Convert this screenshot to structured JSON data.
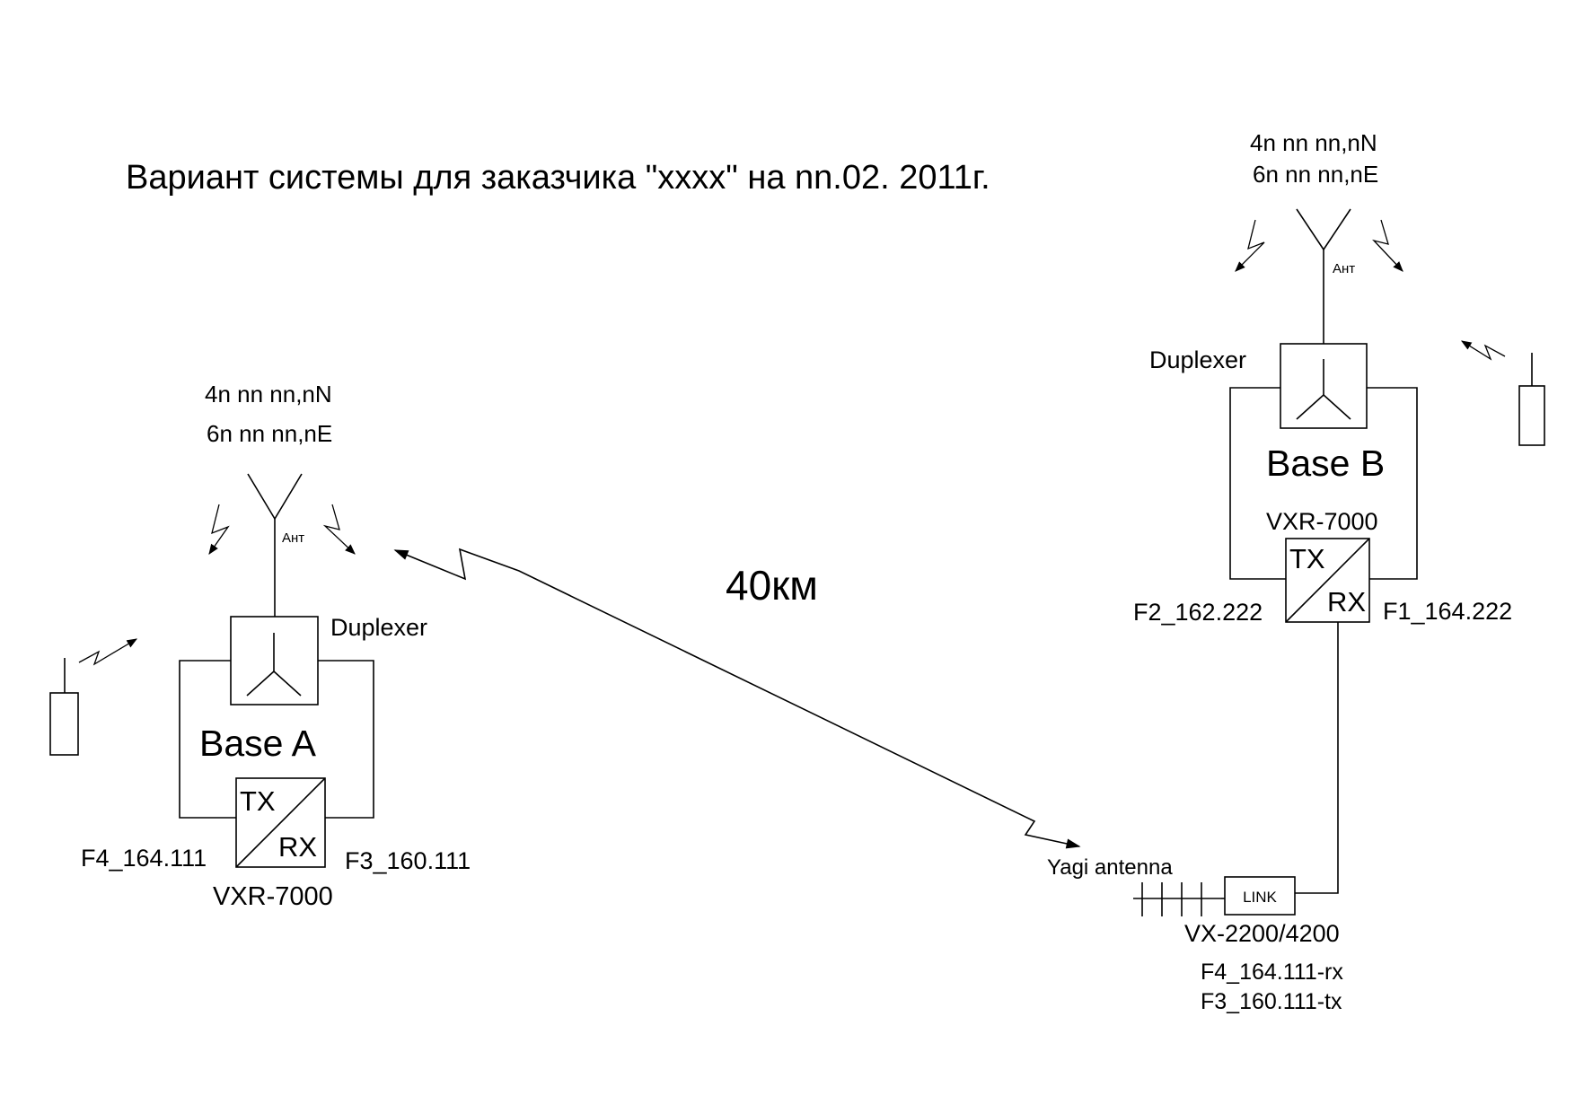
{
  "title": "Вариант системы для заказчика \"xxxx\" на nn.02. 2011г.",
  "distance": "40км",
  "base_a": {
    "coord_lat": "4n nn nn,nN",
    "coord_lon": "6n nn nn,nE",
    "antenna_label": "Ант",
    "duplexer_label": "Duplexer",
    "base_label": "Base A",
    "tx_label": "TX",
    "rx_label": "RX",
    "freq_left": "F4_164.111",
    "freq_right": "F3_160.111",
    "model": "VXR-7000"
  },
  "base_b": {
    "coord_lat": "4n nn nn,nN",
    "coord_lon": "6n nn nn,nE",
    "antenna_label": "Ант",
    "duplexer_label": "Duplexer",
    "base_label": "Base B",
    "model": "VXR-7000",
    "tx_label": "TX",
    "rx_label": "RX",
    "freq_left": "F2_162.222",
    "freq_right": "F1_164.222"
  },
  "link": {
    "yagi_label": "Yagi antenna",
    "link_label": "LINK",
    "model": "VX-2200/4200",
    "freq_rx": "F4_164.111-rx",
    "freq_tx": "F3_160.111-tx"
  }
}
